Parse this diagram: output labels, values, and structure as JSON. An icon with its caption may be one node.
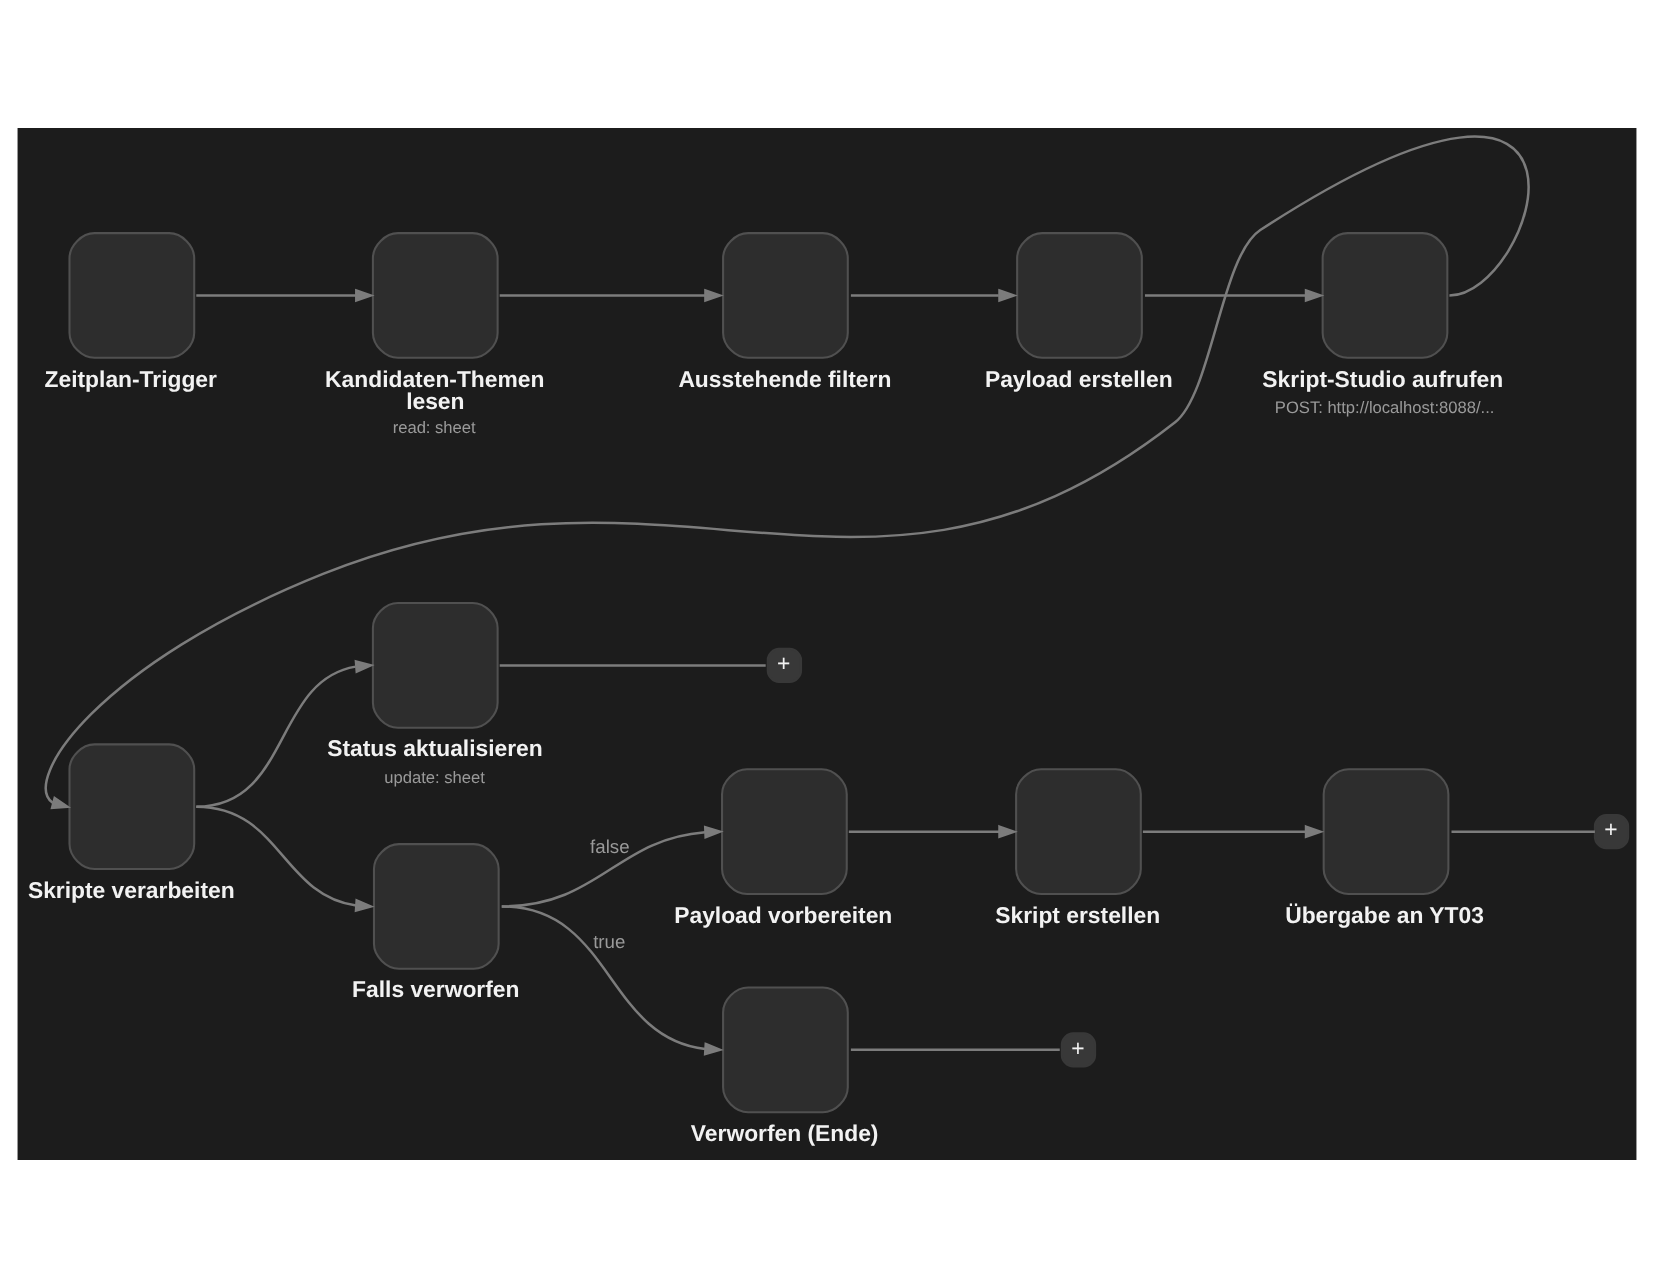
{
  "diagram": {
    "nodes": [
      {
        "text": [
          "Zeitplan-Trigger"
        ]
      },
      {
        "text": [
          "Kandidaten-Themen lesen",
          "read: sheet"
        ]
      },
      {
        "text": [
          "Ausstehende filtern"
        ]
      },
      {
        "text": [
          "Payload erstellen"
        ]
      },
      {
        "text": [
          "Skript-Studio aufrufen",
          "POST: http://localhost:8088/..."
        ]
      },
      {
        "text": [
          "Status aktualisieren",
          "update: sheet"
        ]
      },
      {
        "text": [
          "+"
        ]
      },
      {
        "text": [
          "Skripte verarbeiten"
        ]
      },
      {
        "text": [
          "Payload vorbereiten"
        ]
      },
      {
        "text": [
          "Skript erstellen"
        ]
      },
      {
        "text": [
          "Übergabe an YT03"
        ]
      },
      {
        "text": [
          "+"
        ]
      },
      {
        "text": [
          "Falls verworfen"
        ]
      },
      {
        "text": [
          "Verworfen (Ende)"
        ]
      },
      {
        "text": [
          "+"
        ]
      }
    ],
    "edges": [
      {
        "from": 0,
        "to": 1,
        "arrow": "to"
      },
      {
        "from": 1,
        "to": 2,
        "arrow": "to"
      },
      {
        "from": 2,
        "to": 3,
        "arrow": "to"
      },
      {
        "from": 3,
        "to": 4,
        "arrow": "to"
      },
      {
        "from": 4,
        "to": 7,
        "arrow": "to"
      },
      {
        "from": 7,
        "to": 5,
        "arrow": "to"
      },
      {
        "from": 5,
        "to": 6,
        "arrow": "none"
      },
      {
        "from": 7,
        "to": 12,
        "arrow": "to"
      },
      {
        "from": 12,
        "to": 13,
        "label": "true",
        "arrow": "to"
      },
      {
        "from": 12,
        "to": 8,
        "label": "false",
        "arrow": "to"
      },
      {
        "from": 8,
        "to": 9,
        "arrow": "to"
      },
      {
        "from": 9,
        "to": 10,
        "arrow": "to"
      },
      {
        "from": 10,
        "to": 11,
        "arrow": "none"
      },
      {
        "from": 13,
        "to": 14,
        "arrow": "none"
      }
    ]
  }
}
